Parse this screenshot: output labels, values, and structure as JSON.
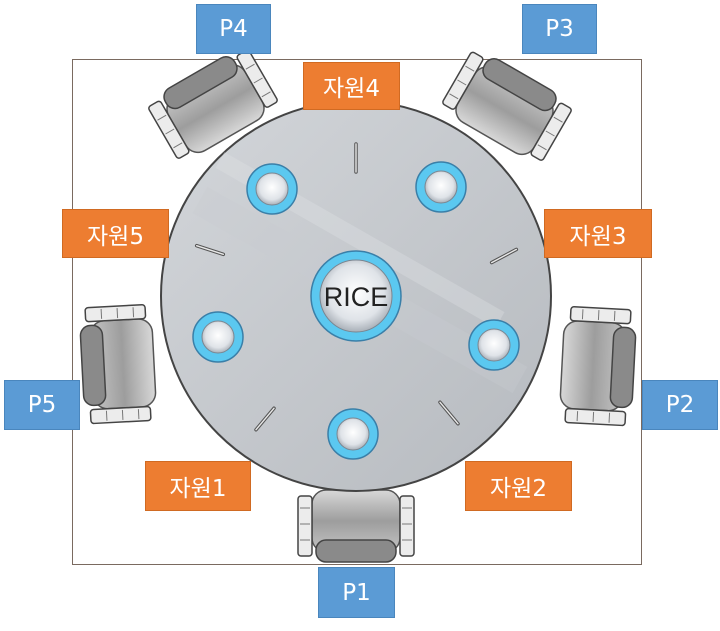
{
  "center_label": "RICE",
  "persons": {
    "p1": "P1",
    "p2": "P2",
    "p3": "P3",
    "p4": "P4",
    "p5": "P5"
  },
  "resources": {
    "r1": "자원1",
    "r2": "자원2",
    "r3": "자원3",
    "r4": "자원4",
    "r5": "자원5"
  },
  "colors": {
    "person_box": "#5b9bd5",
    "resource_box": "#ed7d31",
    "plate_ring": "#5bc8f0",
    "table": "#c8cbd0"
  }
}
